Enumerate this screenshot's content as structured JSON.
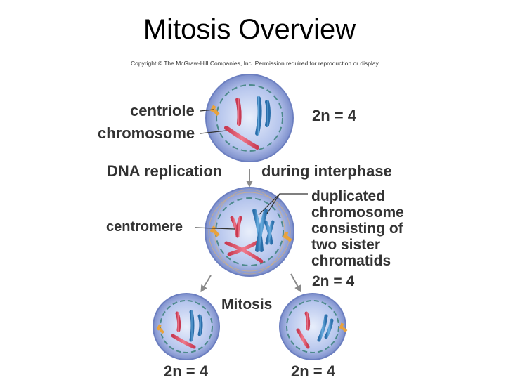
{
  "title": "Mitosis Overview",
  "copyright": "Copyright © The McGraw-Hill Companies, Inc. Permission required for reproduction or display.",
  "labels": {
    "centriole": "centriole",
    "chromosome": "chromosome",
    "ploidy_top": "2n = 4",
    "dna_replication": "DNA replication",
    "during_interphase": "during interphase",
    "centromere": "centromere",
    "duplicated_lines": [
      "duplicated",
      "chromosome",
      "consisting of",
      "two sister",
      "chromatids"
    ],
    "ploidy_middle": "2n = 4",
    "mitosis": "Mitosis",
    "ploidy_left": "2n = 4",
    "ploidy_right": "2n = 4"
  },
  "colors": {
    "cell_fill": "#a9b9e4",
    "cell_rim": "#6c7fc0",
    "nucleus_fill": "#c3d0f0",
    "nuclear_envelope": "#4d8a8c",
    "chromosome_red": "#e0506a",
    "chromosome_blue": "#3b86c4",
    "centriole": "#e8a23c",
    "arrow": "#8a8a8a",
    "text": "#333333"
  }
}
